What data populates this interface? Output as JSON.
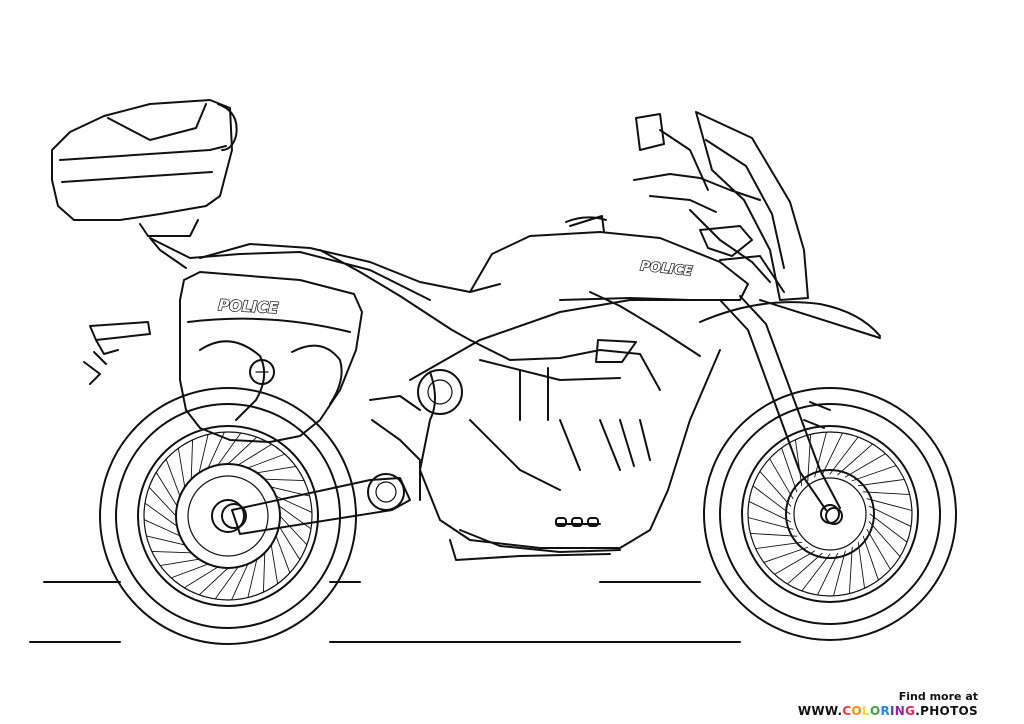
{
  "artwork": {
    "subject": "police motorcycle",
    "tank_lettering": "POLICE",
    "saddlebag_lettering": "POLICE"
  },
  "footer": {
    "find_more": "Find more at",
    "site_prefix": "WWW.",
    "site_colored": "COLORING",
    "site_suffix": ".PHOTOS"
  },
  "colors": {
    "line": "#111111",
    "background": "#ffffff",
    "site_letters": [
      "#e53935",
      "#fb8c00",
      "#fdd835",
      "#43a047",
      "#1e88e5",
      "#3949ab",
      "#8e24aa",
      "#e91e63"
    ]
  }
}
